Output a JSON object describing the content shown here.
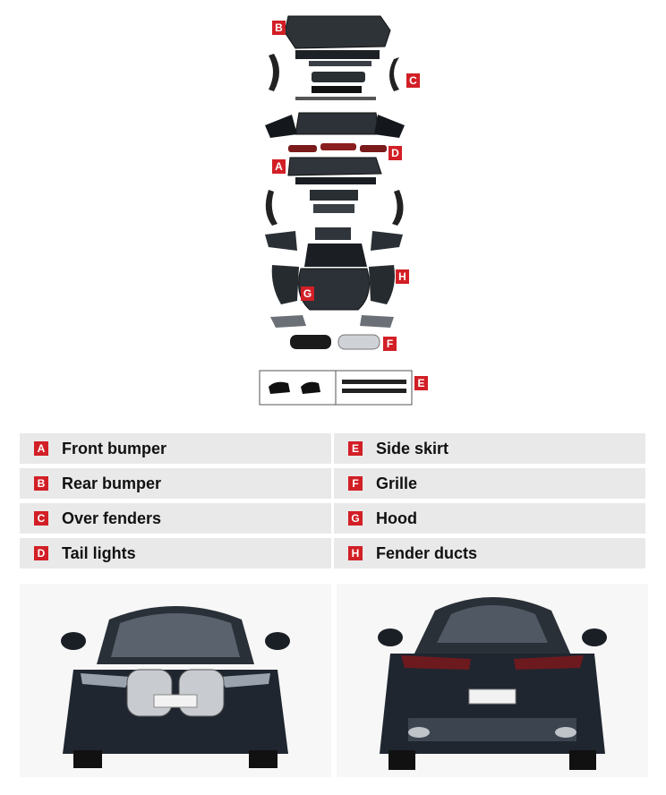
{
  "parts": [
    {
      "letter": "A",
      "label": "Front bumper"
    },
    {
      "letter": "E",
      "label": "Side skirt"
    },
    {
      "letter": "B",
      "label": "Rear bumper"
    },
    {
      "letter": "F",
      "label": "Grille"
    },
    {
      "letter": "C",
      "label": "Over fenders"
    },
    {
      "letter": "G",
      "label": "Hood"
    },
    {
      "letter": "D",
      "label": "Tail lights"
    },
    {
      "letter": "H",
      "label": "Fender ducts"
    }
  ],
  "badges": {
    "a": "A",
    "b": "B",
    "c": "C",
    "d": "D",
    "e": "E",
    "f": "F",
    "g": "G",
    "h": "H"
  },
  "colors": {
    "accent": "#d21f26",
    "row_bg": "#e9e9e9",
    "car_body": "#1f2630"
  },
  "photos": {
    "front_plate": "",
    "rear_plate": ""
  }
}
